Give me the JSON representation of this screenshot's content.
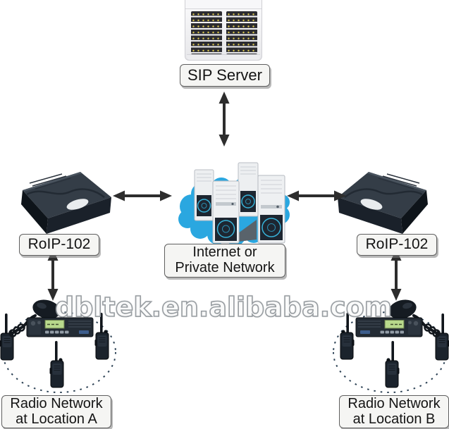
{
  "diagram": {
    "nodes": {
      "sip_server": {
        "label": "SIP Server",
        "icon": "server-rack-icon"
      },
      "internet": {
        "label_line1": "Internet or",
        "label_line2": "Private Network",
        "icon": "cloud-computers-icon"
      },
      "roip_left": {
        "label": "RoIP-102",
        "icon": "voip-gateway-device-icon"
      },
      "roip_right": {
        "label": "RoIP-102",
        "icon": "voip-gateway-device-icon"
      },
      "radio_network_a": {
        "label_line1": "Radio Network",
        "label_line2": "at Location A",
        "icon": "two-way-radios-icon"
      },
      "radio_network_b": {
        "label_line1": "Radio Network",
        "label_line2": "at Location B",
        "icon": "two-way-radios-icon"
      }
    },
    "connections": [
      {
        "from": "sip_server",
        "to": "internet",
        "style": "double-headed-arrow"
      },
      {
        "from": "roip_left",
        "to": "internet",
        "style": "double-headed-arrow"
      },
      {
        "from": "internet",
        "to": "roip_right",
        "style": "double-headed-arrow"
      },
      {
        "from": "roip_left",
        "to": "radio_network_a",
        "style": "double-headed-arrow"
      },
      {
        "from": "roip_right",
        "to": "radio_network_b",
        "style": "double-headed-arrow"
      }
    ]
  },
  "watermark": {
    "text": "dbltek.en.alibaba.com"
  },
  "colors": {
    "background": "#ffffff",
    "cloud_blue": "#2aa7e0",
    "arrow_dark": "#2d2d2d",
    "label_bg": "#f5f5f3",
    "label_border": "#5f5f5f",
    "device_dark": "#232b34",
    "led_yellow": "#ddc94f",
    "lcd_green": "#b8d98c",
    "fan_glow_teal": "#37b2d8"
  }
}
